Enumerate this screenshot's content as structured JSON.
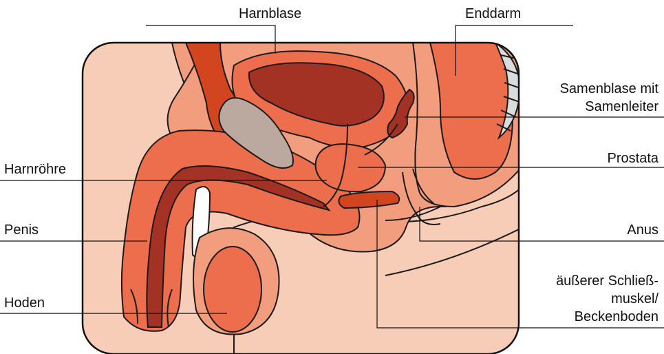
{
  "labels": {
    "harnblase": "Harnblase",
    "enddarm": "Enddarm",
    "samenblase_line1": "Samenblase mit",
    "samenblase_line2": "Samenleiter",
    "prostata": "Prostata",
    "harnroehre": "Harnröhre",
    "penis": "Penis",
    "anus": "Anus",
    "hoden": "Hoden",
    "schliessmuskel_line1": "äußerer Schließ-",
    "schliessmuskel_line2": "muskel/",
    "schliessmuskel_line3": "Beckenboden"
  },
  "colors": {
    "skin": "#F8CDB8",
    "light_tissue": "#F29E7E",
    "mid_tissue": "#EC6E4D",
    "dark_tissue": "#A33224",
    "orange_tissue": "#D2451E",
    "bone": "#BBA89E",
    "rectum_stripes": "#D9DCDD",
    "outline": "#1a1a1a"
  }
}
